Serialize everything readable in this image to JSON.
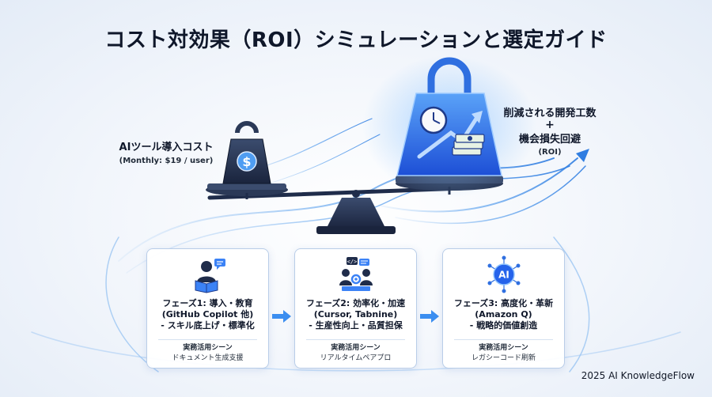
{
  "title": "コスト対効果（ROI）シミュレーションと選定ガイド",
  "cost": {
    "label": "AIツール導入コスト",
    "price": "(Monthly: $19 / user)"
  },
  "benefit": {
    "line1": "削減される開発工数",
    "plus": "+",
    "line2": "機会損失回避",
    "line3": "(ROI)"
  },
  "phases": [
    {
      "line1": "フェーズ1: 導入・教育",
      "line2": "(GitHub Copilot 他)",
      "line3": "- スキル底上げ・標準化",
      "sub_title": "実務活用シーン",
      "sub_text": "ドキュメント生成支援",
      "icon": "person-reading-icon"
    },
    {
      "line1": "フェーズ2: 効率化・加速",
      "line2": "(Cursor, Tabnine)",
      "line3": "- 生産性向上・品質担保",
      "sub_title": "実務活用シーン",
      "sub_text": "リアルタイムペアプロ",
      "icon": "pair-programming-icon"
    },
    {
      "line1": "フェーズ3: 高度化・革新",
      "line2": "(Amazon Q)",
      "line3": "- 戦略的価値創造",
      "sub_title": "実務活用シーン",
      "sub_text": "レガシーコード刷新",
      "icon": "ai-network-icon",
      "icon_text": "AI"
    }
  ],
  "footer": "2025 AI KnowledgeFlow",
  "colors": {
    "accent": "#2f7de1",
    "dark_navy": "#1f2c4a",
    "weight_blue": "#2563eb",
    "text": "#0f172a"
  }
}
